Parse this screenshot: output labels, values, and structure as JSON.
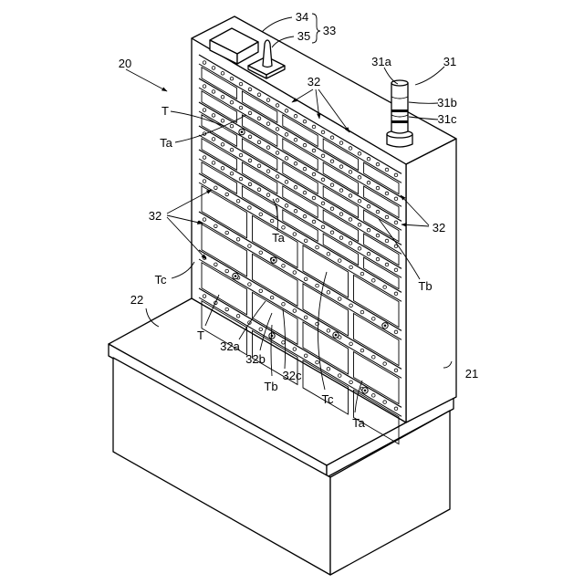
{
  "labels": {
    "l20": "20",
    "l21": "21",
    "l22": "22",
    "l31": "31",
    "l31a": "31a",
    "l31b": "31b",
    "l31c": "31c",
    "l32_top": "32",
    "l32_left": "32",
    "l32_right": "32",
    "l32a": "32a",
    "l32b": "32b",
    "l32c": "32c",
    "l33": "33",
    "l34": "34",
    "l35": "35",
    "T_upper": "T",
    "T_lower": "T",
    "Ta_upper": "Ta",
    "Ta_mid": "Ta",
    "Ta_lower": "Ta",
    "Tb_right": "Tb",
    "Tb_lower": "Tb",
    "Tc_left": "Tc",
    "Tc_lower": "Tc"
  }
}
